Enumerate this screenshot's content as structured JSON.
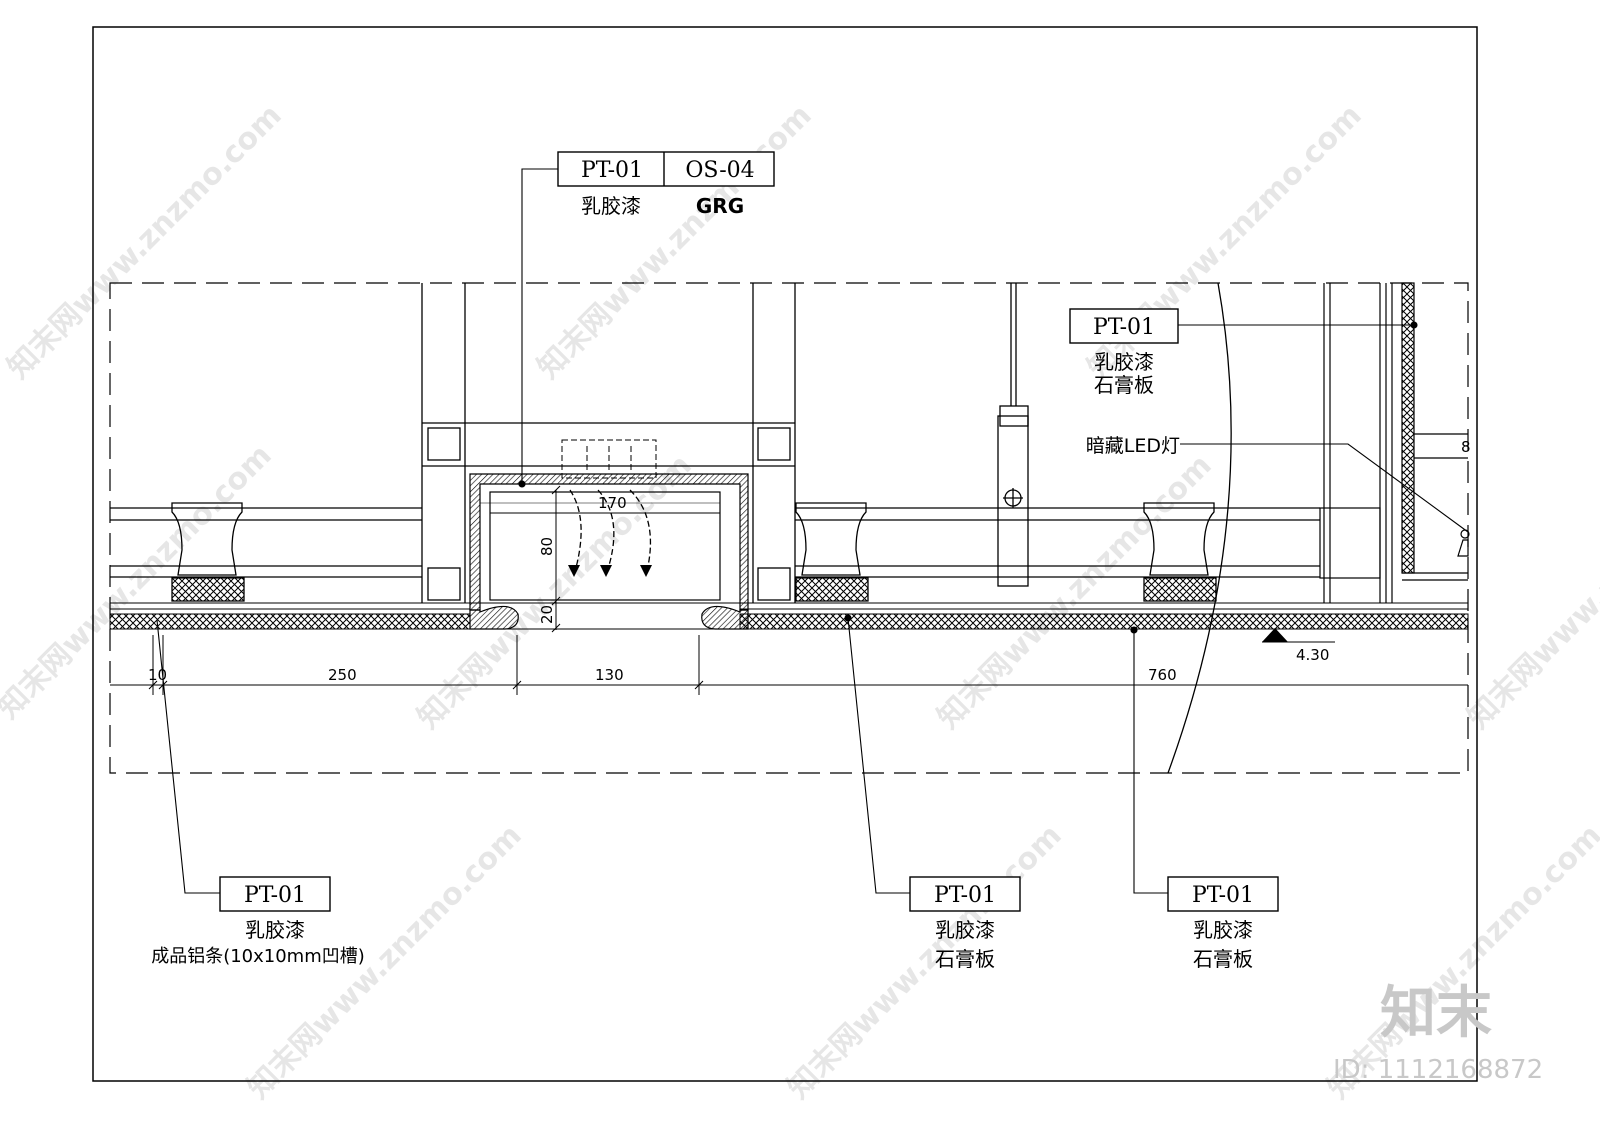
{
  "tags": {
    "top_left": "PT-01",
    "top_right": "OS-04",
    "top_left_note": "乳胶漆",
    "top_right_note": "GRG",
    "right_upper": "PT-01",
    "right_upper_note1": "乳胶漆",
    "right_upper_note2": "石膏板",
    "led_note": "暗藏LED灯",
    "bottom_left": "PT-01",
    "bottom_left_note1": "乳胶漆",
    "bottom_left_note2": "成品铝条(10x10mm凹槽)",
    "bottom_mid": "PT-01",
    "bottom_mid_note1": "乳胶漆",
    "bottom_mid_note2": "石膏板",
    "bottom_right": "PT-01",
    "bottom_right_note1": "乳胶漆",
    "bottom_right_note2": "石膏板"
  },
  "dimensions": {
    "d10": "10",
    "d250": "250",
    "d130": "130",
    "d760": "760",
    "d170": "170",
    "d80": "80",
    "d20": "20",
    "d8": "8",
    "level": "4.30"
  },
  "watermark": {
    "text": "知末网www.znzmo.com",
    "brand": "知末",
    "id": "ID: 1112168872"
  }
}
